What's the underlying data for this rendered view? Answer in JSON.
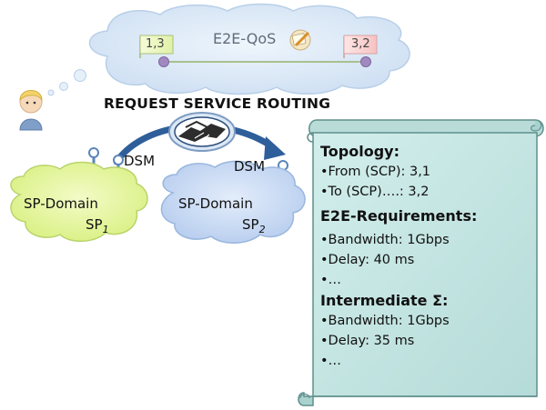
{
  "top_cloud": {
    "label": "E2E-QoS",
    "left_flag": "1,3",
    "right_flag": "3,2"
  },
  "request_title": "REQUEST SERVICE ROUTING",
  "domains": [
    {
      "line1": "SP-Domain",
      "sp_main": "SP",
      "sp_sub": "1",
      "dsm": "DSM"
    },
    {
      "line1": "SP-Domain",
      "sp_main": "SP",
      "sp_sub": "2",
      "dsm": "DSM"
    }
  ],
  "scroll": {
    "topology_header": "Topology:",
    "topology_items": [
      "•From (SCP): 3,1",
      "•To (SCP)….: 3,2"
    ],
    "requirements_header": "E2E-Requirements:",
    "requirements_items": [
      "•Bandwidth: 1Gbps",
      "•Delay: 40 ms",
      "•…"
    ],
    "intermediate_header": "Intermediate Σ:",
    "intermediate_items": [
      "•Bandwidth: 1Gbps",
      "•Delay: 35 ms",
      "•…"
    ]
  },
  "colors": {
    "top_cloud": "#dce9f7",
    "left_domain": "#e7f79f",
    "right_domain": "#c9dcf5",
    "scroll_fill": "#c5e6e4",
    "arrow": "#2f5f9a"
  }
}
